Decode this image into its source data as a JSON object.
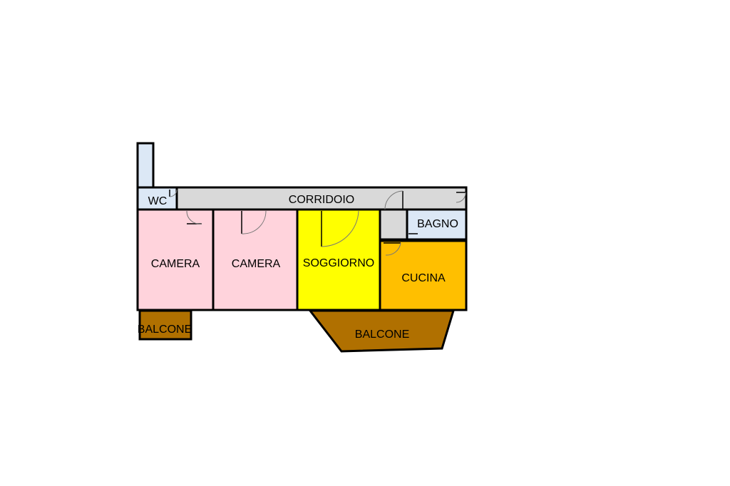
{
  "colors": {
    "camera": "#ffd3dc",
    "soggiorno": "#ffff00",
    "cucina": "#ffbf00",
    "bagno": "#dce8f6",
    "wc": "#dce8f6",
    "corridoio": "#d9d9d9",
    "balcone": "#b07000",
    "wall": "#000000"
  },
  "rooms": {
    "wc": "WC",
    "corridoio": "CORRIDOIO",
    "bagno": "BAGNO",
    "camera_1": "CAMERA",
    "camera_2": "CAMERA",
    "soggiorno": "SOGGIORNO",
    "cucina": "CUCINA",
    "balcone_left": "BALCONE",
    "balcone_right": "BALCONE"
  }
}
